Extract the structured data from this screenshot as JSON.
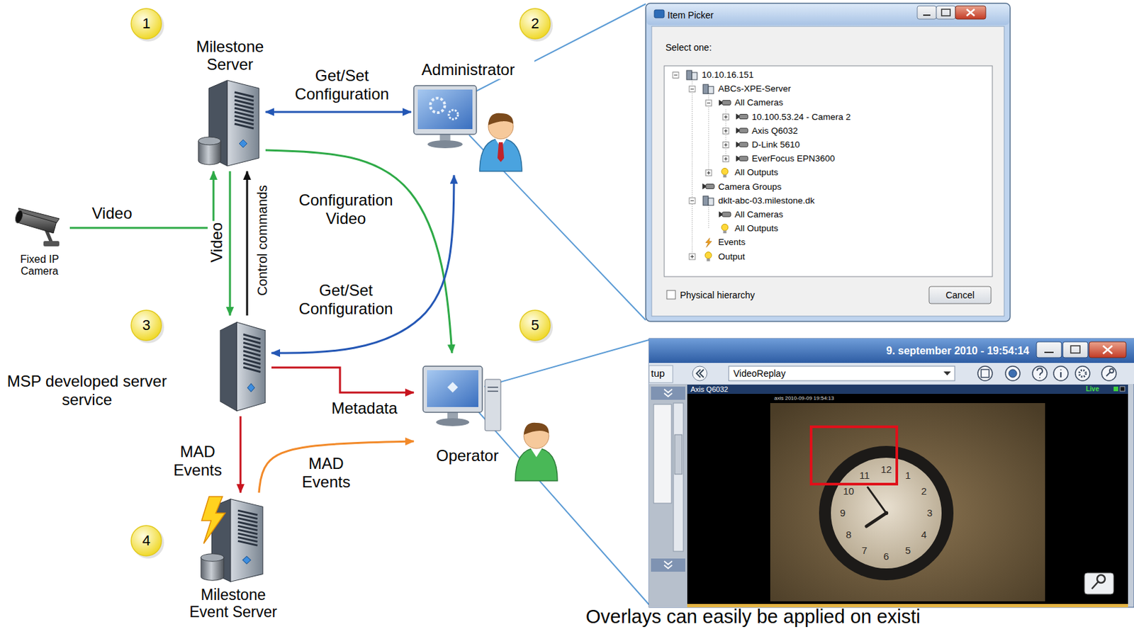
{
  "diagram": {
    "nodes": [
      {
        "text": [
          "Milestone Server"
        ]
      },
      {
        "text": [
          "Administrator"
        ]
      },
      {
        "text": [
          "Fixed IP Camera"
        ]
      },
      {
        "text": [
          "MSP developed server service"
        ]
      },
      {
        "text": [
          "Operator"
        ]
      },
      {
        "text": [
          "Milestone Event Server"
        ]
      }
    ],
    "edges": [
      {
        "from": 2,
        "to": 0,
        "arrow": "to",
        "label": "Video"
      },
      {
        "from": 0,
        "to": 1,
        "arrow": "both",
        "label": "Get/Set Configuration"
      },
      {
        "from": 0,
        "to": 4,
        "arrow": "to",
        "label": "Configuration Video"
      },
      {
        "from": 0,
        "to": 3,
        "arrow": "to",
        "label": "Video"
      },
      {
        "from": 3,
        "to": 0,
        "arrow": "to",
        "label": "Control commands"
      },
      {
        "from": 1,
        "to": 3,
        "arrow": "both",
        "label": "Get/Set Configuration"
      },
      {
        "from": 3,
        "to": 4,
        "arrow": "to",
        "label": "Metadata"
      },
      {
        "from": 3,
        "to": 5,
        "arrow": "to",
        "label": "MAD Events"
      },
      {
        "from": 5,
        "to": 4,
        "arrow": "to",
        "label": "MAD Events"
      }
    ],
    "labels": [
      "1",
      "2",
      "3",
      "4",
      "5",
      "Item Picker",
      "Select one:",
      "10.10.16.151",
      "ABCs-XPE-Server",
      "All Cameras",
      "10.100.53.24 - Camera 2",
      "Axis Q6032",
      "D-Link 5610",
      "EverFocus EPN3600",
      "All Outputs",
      "Camera Groups",
      "dklt-abc-03.milestone.dk",
      "All Cameras",
      "All Outputs",
      "Events",
      "Output",
      "Physical hierarchy",
      "Cancel",
      "9. september 2010 - 19:54:14",
      "tup",
      "VideoReplay",
      "Axis Q6032",
      "Live",
      "axis 2010-09-09 19:54:13",
      "12",
      "1",
      "2",
      "3",
      "4",
      "5",
      "6",
      "7",
      "8",
      "9",
      "10",
      "11",
      "Overlays can easily be applied on existi"
    ]
  }
}
